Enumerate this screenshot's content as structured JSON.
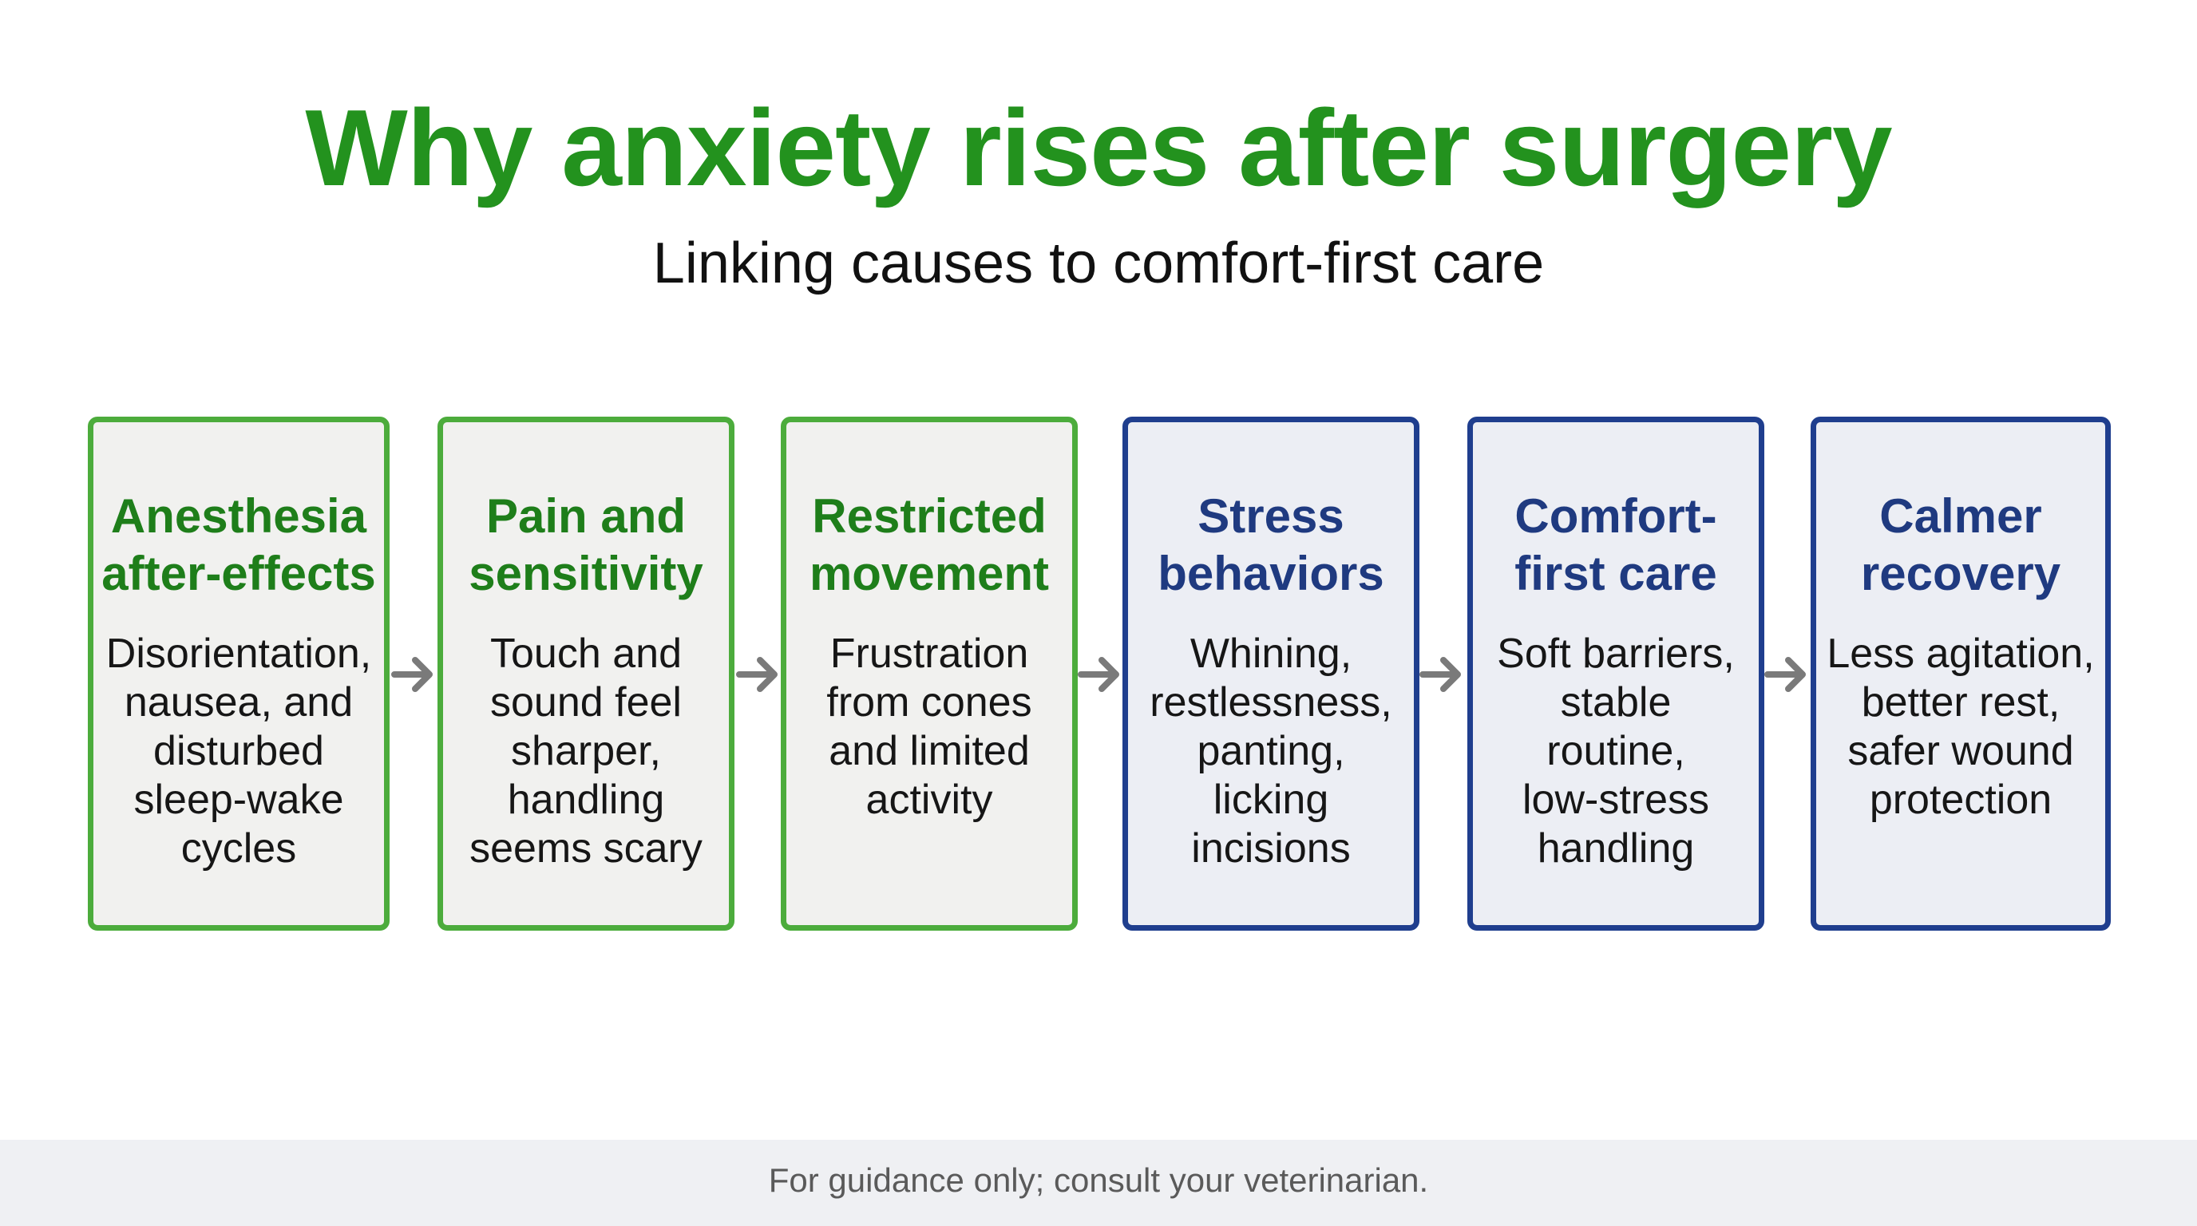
{
  "header": {
    "title": "Why anxiety rises after surgery",
    "subtitle": "Linking causes to comfort-first care"
  },
  "steps": [
    {
      "title_lines": [
        "Anesthesia",
        "after-effects"
      ],
      "body_lines": [
        "Disorientation,",
        "nausea, and",
        "disturbed",
        "sleep-wake",
        "cycles"
      ],
      "group": "cause"
    },
    {
      "title_lines": [
        "Pain and",
        "sensitivity"
      ],
      "body_lines": [
        "Touch and",
        "sound feel",
        "sharper,",
        "handling",
        "seems scary"
      ],
      "group": "cause"
    },
    {
      "title_lines": [
        "Restricted",
        "movement"
      ],
      "body_lines": [
        "Frustration",
        "from cones",
        "and limited",
        "activity"
      ],
      "group": "cause"
    },
    {
      "title_lines": [
        "Stress",
        "behaviors"
      ],
      "body_lines": [
        "Whining,",
        "restlessness,",
        "panting,",
        "licking",
        "incisions"
      ],
      "group": "response"
    },
    {
      "title_lines": [
        "Comfort-",
        "first care"
      ],
      "body_lines": [
        "Soft barriers,",
        "stable",
        "routine,",
        "low-stress",
        "handling"
      ],
      "group": "response"
    },
    {
      "title_lines": [
        "Calmer",
        "recovery"
      ],
      "body_lines": [
        "Less agitation,",
        "better rest,",
        "safer wound",
        "protection"
      ],
      "group": "response"
    }
  ],
  "colors": {
    "cause_border": "#4cac3c",
    "cause_title": "#1e7e1a",
    "response_border": "#1f3e8e",
    "response_title": "#1f3a80",
    "arrow": "#7a7a7a"
  },
  "footer": {
    "note": "For guidance only; consult your veterinarian."
  }
}
